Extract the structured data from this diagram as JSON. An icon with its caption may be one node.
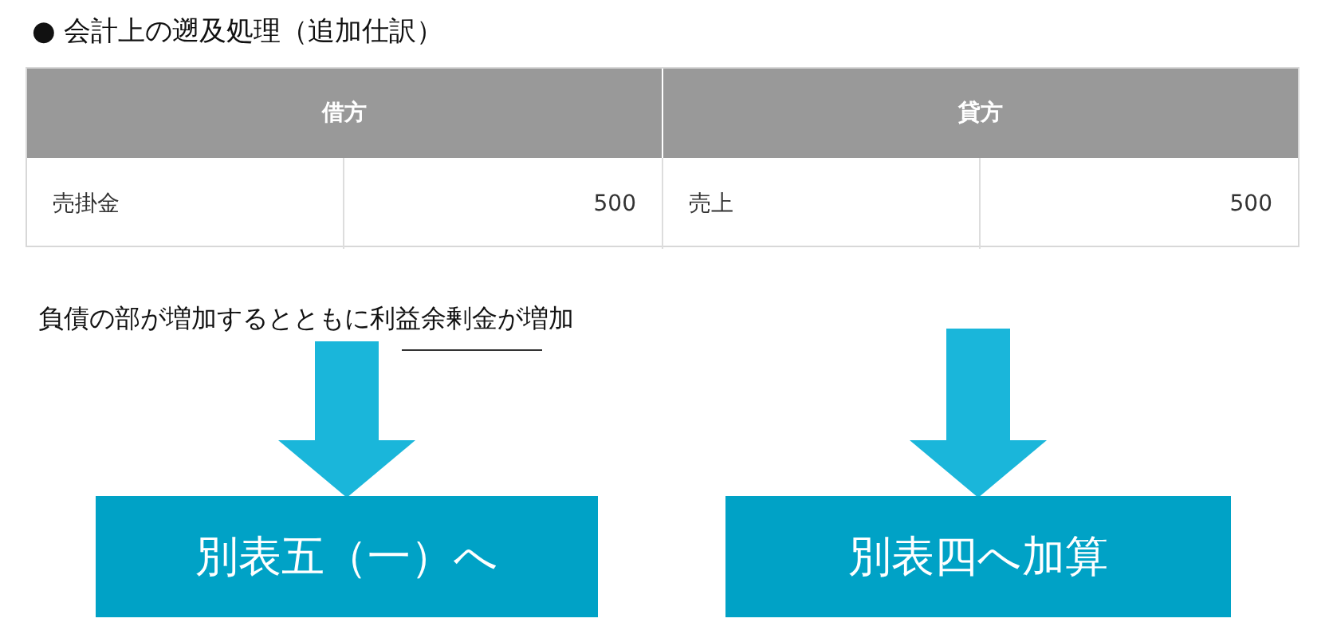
{
  "diagram": {
    "title": "● 会計上の遡及処理（追加仕訳）",
    "nodes": [
      {
        "text": [
          "負債の部が増加するとともに利益余剰金が増加"
        ]
      },
      {
        "text": [
          "別表五（一）へ"
        ]
      },
      {
        "text": [
          "別表四へ加算"
        ]
      }
    ],
    "edges": [
      {
        "from": 0,
        "to": 1,
        "arrow": "to"
      },
      {
        "from": null,
        "to": 2,
        "arrow": "to"
      }
    ],
    "labels": [
      "借方",
      "貸方",
      "売掛金",
      "500",
      "売上",
      "500"
    ]
  }
}
